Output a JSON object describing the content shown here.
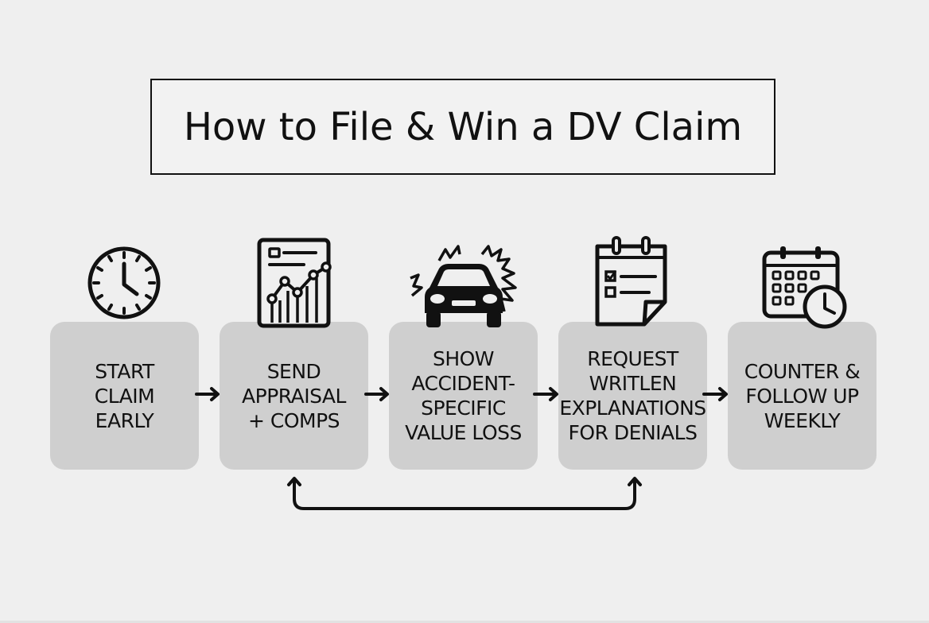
{
  "title": "How to File & Win a DV Claim",
  "steps": [
    {
      "label": "START\nCLAIM\nEARLY",
      "icon": "clock-icon"
    },
    {
      "label": "SEND\nAPPRAISAL\n+ COMPS",
      "icon": "report-chart-icon"
    },
    {
      "label": "SHOW\nACCIDENT-\nSPECIFIC\nVALUE LOSS",
      "icon": "car-crash-icon"
    },
    {
      "label": "REQUEST\nWRITLEN\nEXPLANATIONS\nFOR DENIALS",
      "icon": "notepad-checklist-icon"
    },
    {
      "label": "COUNTER &\nFOLLOW UP\nWEEKLY",
      "icon": "calendar-clock-icon"
    }
  ]
}
